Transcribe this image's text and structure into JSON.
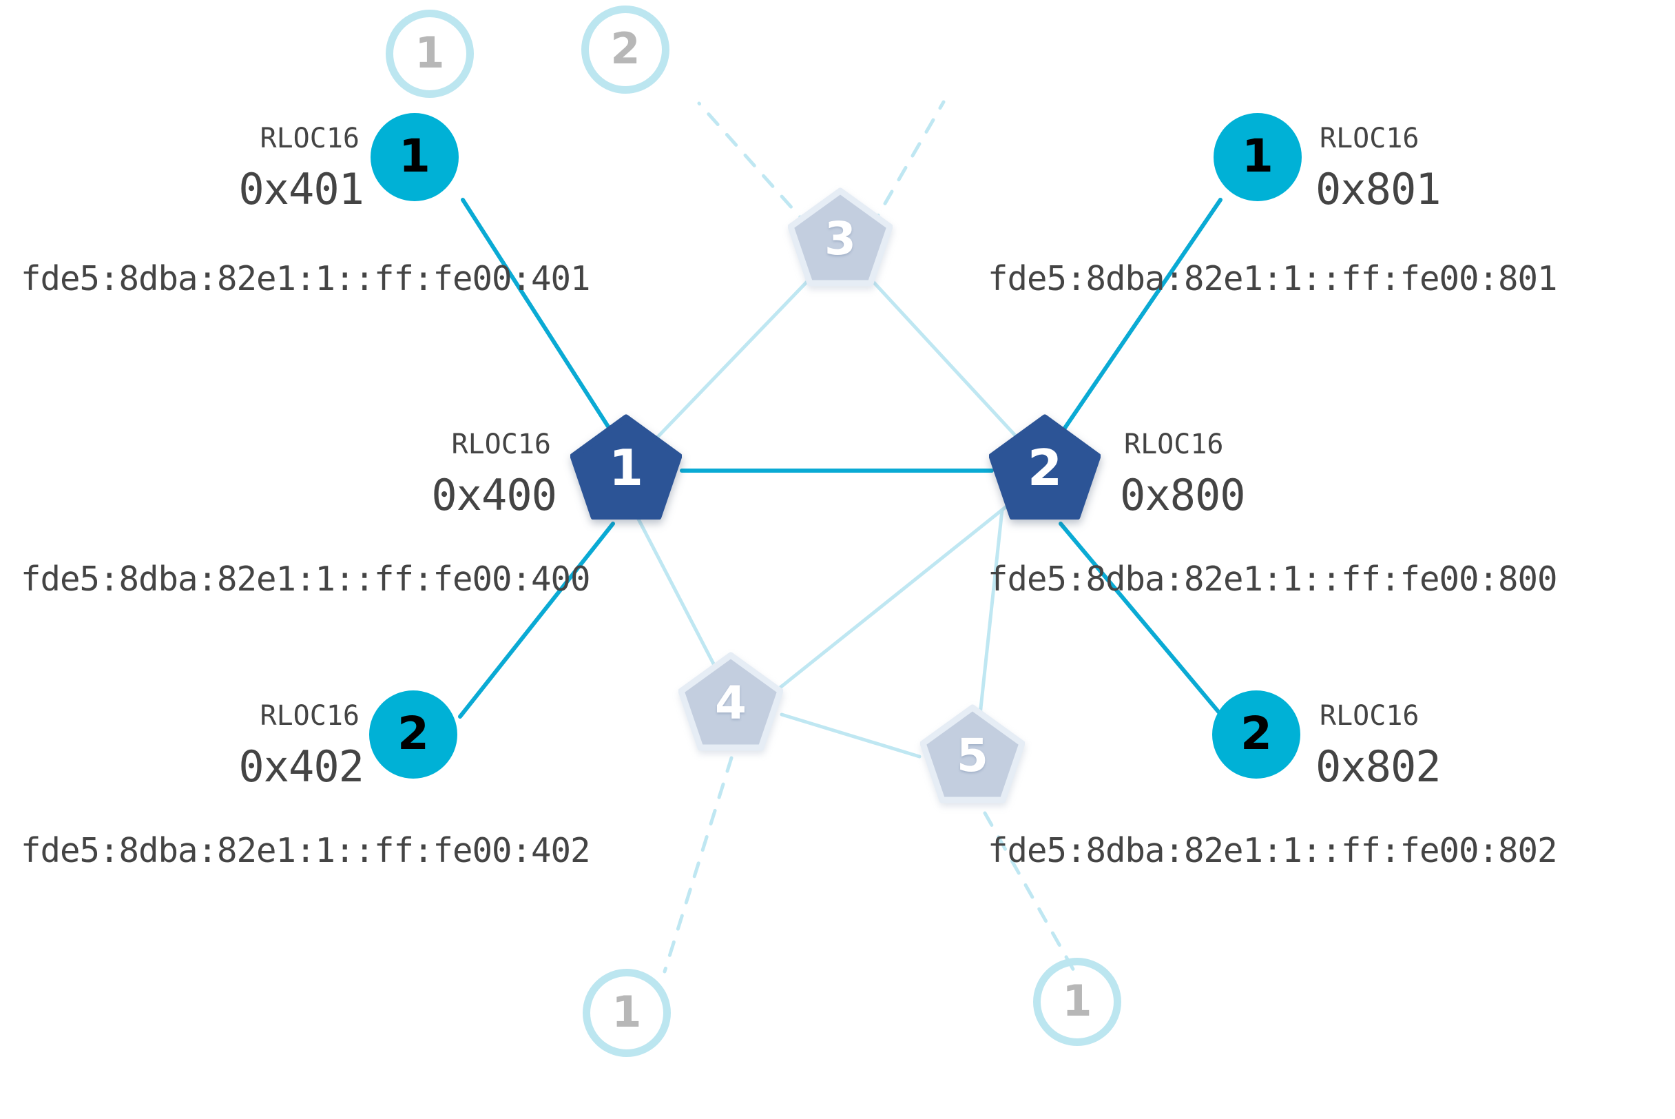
{
  "diagram": {
    "type": "thread-network-topology",
    "rloc_key_label": "RLOC16",
    "colors": {
      "router_fill": "#2c5496",
      "router_grey_fill": "#c3cedf",
      "router_grey_stroke": "#e3eaf3",
      "child_fill": "#00b1d6",
      "ghost_stroke": "#bce6f0",
      "link_active": "#0aaad4",
      "link_idle": "#bfe7f2",
      "text": "#444444",
      "background": "#ffffff"
    }
  },
  "nodes": [
    {
      "id": "r400",
      "kind": "router",
      "num": "1",
      "rloc_key": "RLOC16",
      "rloc": "0x400",
      "address": "fde5:8dba:82e1:1::ff:fe00:400"
    },
    {
      "id": "r800",
      "kind": "router",
      "num": "2",
      "rloc_key": "RLOC16",
      "rloc": "0x800",
      "address": "fde5:8dba:82e1:1::ff:fe00:800"
    },
    {
      "id": "c401",
      "kind": "child",
      "num": "1",
      "rloc_key": "RLOC16",
      "rloc": "0x401",
      "address": "fde5:8dba:82e1:1::ff:fe00:401"
    },
    {
      "id": "c402",
      "kind": "child",
      "num": "2",
      "rloc_key": "RLOC16",
      "rloc": "0x402",
      "address": "fde5:8dba:82e1:1::ff:fe00:402"
    },
    {
      "id": "c801",
      "kind": "child",
      "num": "1",
      "rloc_key": "RLOC16",
      "rloc": "0x801",
      "address": "fde5:8dba:82e1:1::ff:fe00:801"
    },
    {
      "id": "c802",
      "kind": "child",
      "num": "2",
      "rloc_key": "RLOC16",
      "rloc": "0x802",
      "address": "fde5:8dba:82e1:1::ff:fe00:802"
    },
    {
      "id": "g3",
      "kind": "router-grey",
      "num": "3"
    },
    {
      "id": "g4",
      "kind": "router-grey",
      "num": "4"
    },
    {
      "id": "g5",
      "kind": "router-grey",
      "num": "5"
    },
    {
      "id": "gh1",
      "kind": "ghost",
      "num": "1"
    },
    {
      "id": "gh2",
      "kind": "ghost",
      "num": "2"
    },
    {
      "id": "gh3",
      "kind": "ghost",
      "num": "1"
    },
    {
      "id": "gh4",
      "kind": "ghost",
      "num": "1"
    }
  ],
  "links": [
    {
      "from": "c401",
      "to": "r400",
      "style": "active"
    },
    {
      "from": "c402",
      "to": "r400",
      "style": "active"
    },
    {
      "from": "r400",
      "to": "r800",
      "style": "active"
    },
    {
      "from": "c801",
      "to": "r800",
      "style": "active"
    },
    {
      "from": "c802",
      "to": "r800",
      "style": "active"
    },
    {
      "from": "r400",
      "to": "g3",
      "style": "idle"
    },
    {
      "from": "g3",
      "to": "r800",
      "style": "idle"
    },
    {
      "from": "r400",
      "to": "g4",
      "style": "idle"
    },
    {
      "from": "g4",
      "to": "r800",
      "style": "idle"
    },
    {
      "from": "r800",
      "to": "g5",
      "style": "idle"
    },
    {
      "from": "g4",
      "to": "g5",
      "style": "idle"
    },
    {
      "from": "g3",
      "to": "gh1",
      "style": "dashed"
    },
    {
      "from": "g3",
      "to": "gh2",
      "style": "dashed"
    },
    {
      "from": "g4",
      "to": "gh3",
      "style": "dashed"
    },
    {
      "from": "g5",
      "to": "gh4",
      "style": "dashed"
    }
  ],
  "labels": {
    "c401": {
      "key": "RLOC16",
      "val": "0x401",
      "addr": "fde5:8dba:82e1:1::ff:fe00:401"
    },
    "c402": {
      "key": "RLOC16",
      "val": "0x402",
      "addr": "fde5:8dba:82e1:1::ff:fe00:402"
    },
    "c801": {
      "key": "RLOC16",
      "val": "0x801",
      "addr": "fde5:8dba:82e1:1::ff:fe00:801"
    },
    "c802": {
      "key": "RLOC16",
      "val": "0x802",
      "addr": "fde5:8dba:82e1:1::ff:fe00:802"
    },
    "r400": {
      "key": "RLOC16",
      "val": "0x400",
      "addr": "fde5:8dba:82e1:1::ff:fe00:400"
    },
    "r800": {
      "key": "RLOC16",
      "val": "0x800",
      "addr": "fde5:8dba:82e1:1::ff:fe00:800"
    }
  }
}
